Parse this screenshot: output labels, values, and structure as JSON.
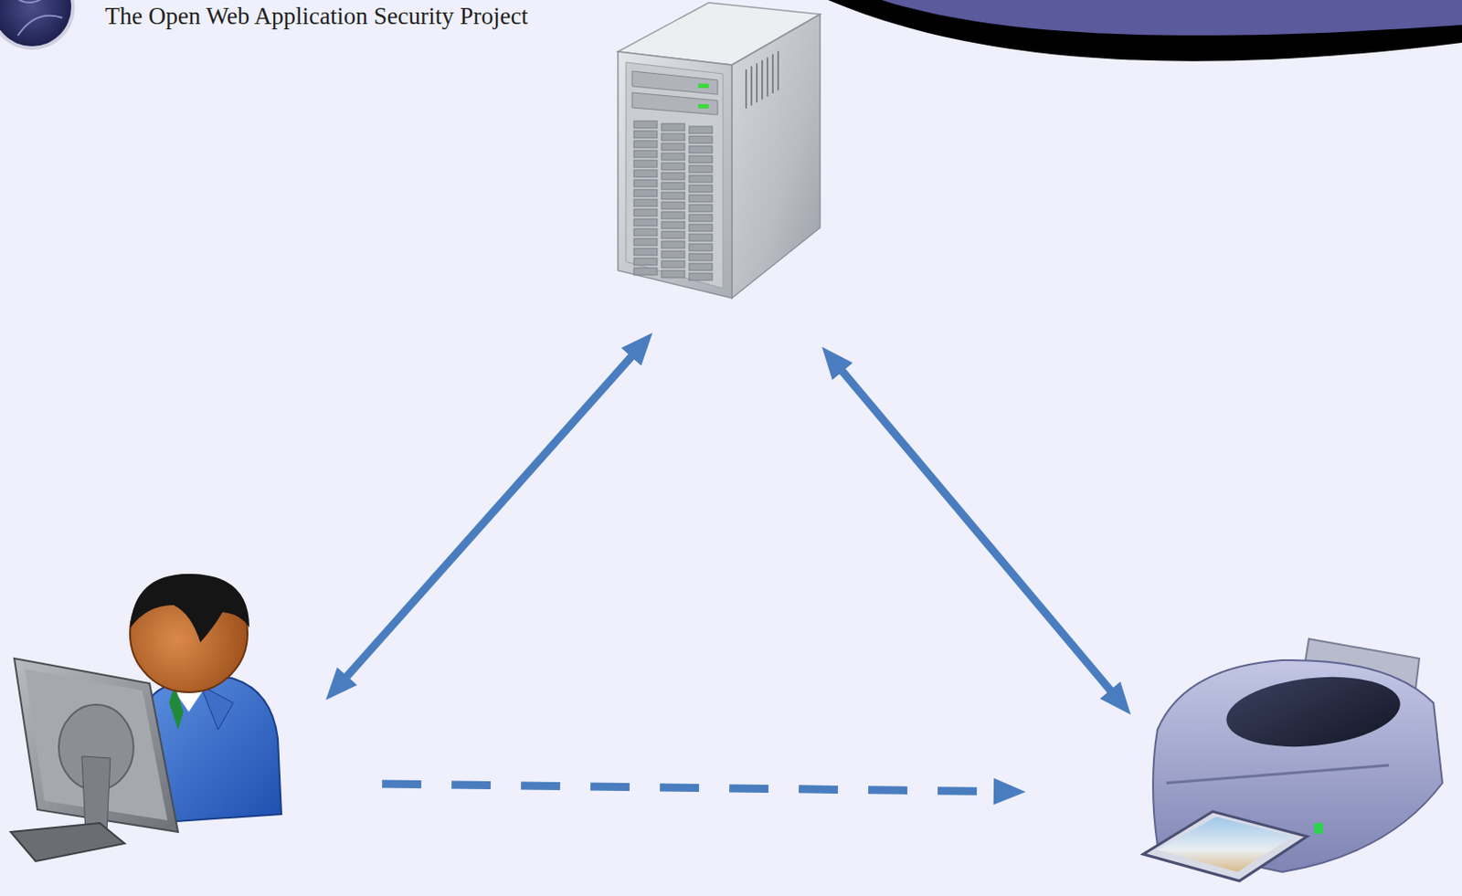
{
  "diagram": {
    "nodes": [
      {
        "text": []
      },
      {
        "text": []
      },
      {
        "text": []
      }
    ],
    "edges": [
      {
        "from": 1,
        "to": 0,
        "arrow": "both"
      },
      {
        "from": 0,
        "to": 2,
        "arrow": "both"
      },
      {
        "from": 1,
        "to": 2,
        "arrow": "to"
      }
    ],
    "labels": [
      "The Open Web Application Security Project"
    ]
  }
}
